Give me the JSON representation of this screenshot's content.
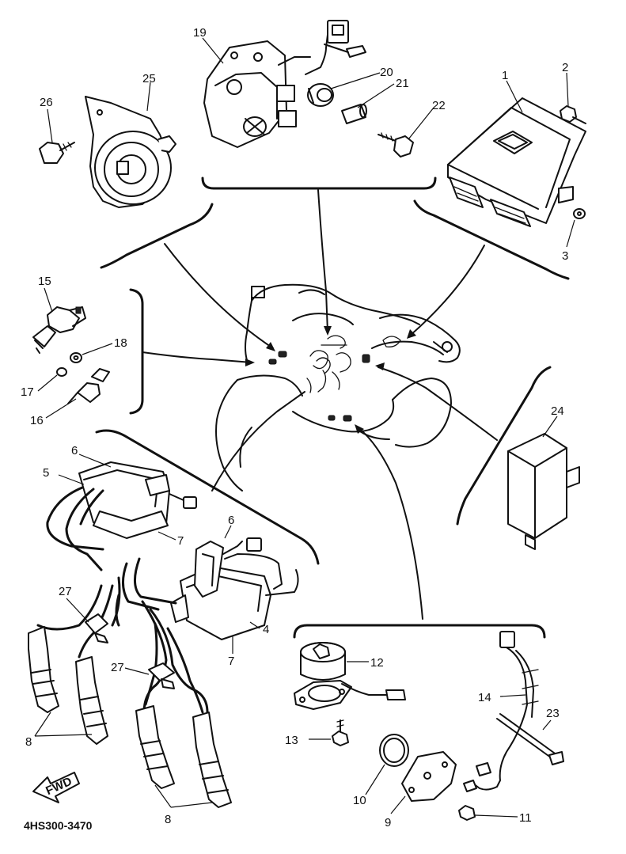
{
  "diagram": {
    "code": "4HS300-3470",
    "fwd_label": "FWD",
    "part_labels": [
      "1",
      "2",
      "3",
      "4",
      "5",
      "6",
      "6",
      "7",
      "7",
      "8",
      "8",
      "9",
      "10",
      "11",
      "12",
      "13",
      "14",
      "15",
      "16",
      "17",
      "18",
      "19",
      "20",
      "21",
      "22",
      "23",
      "24",
      "25",
      "26",
      "27",
      "27"
    ]
  }
}
